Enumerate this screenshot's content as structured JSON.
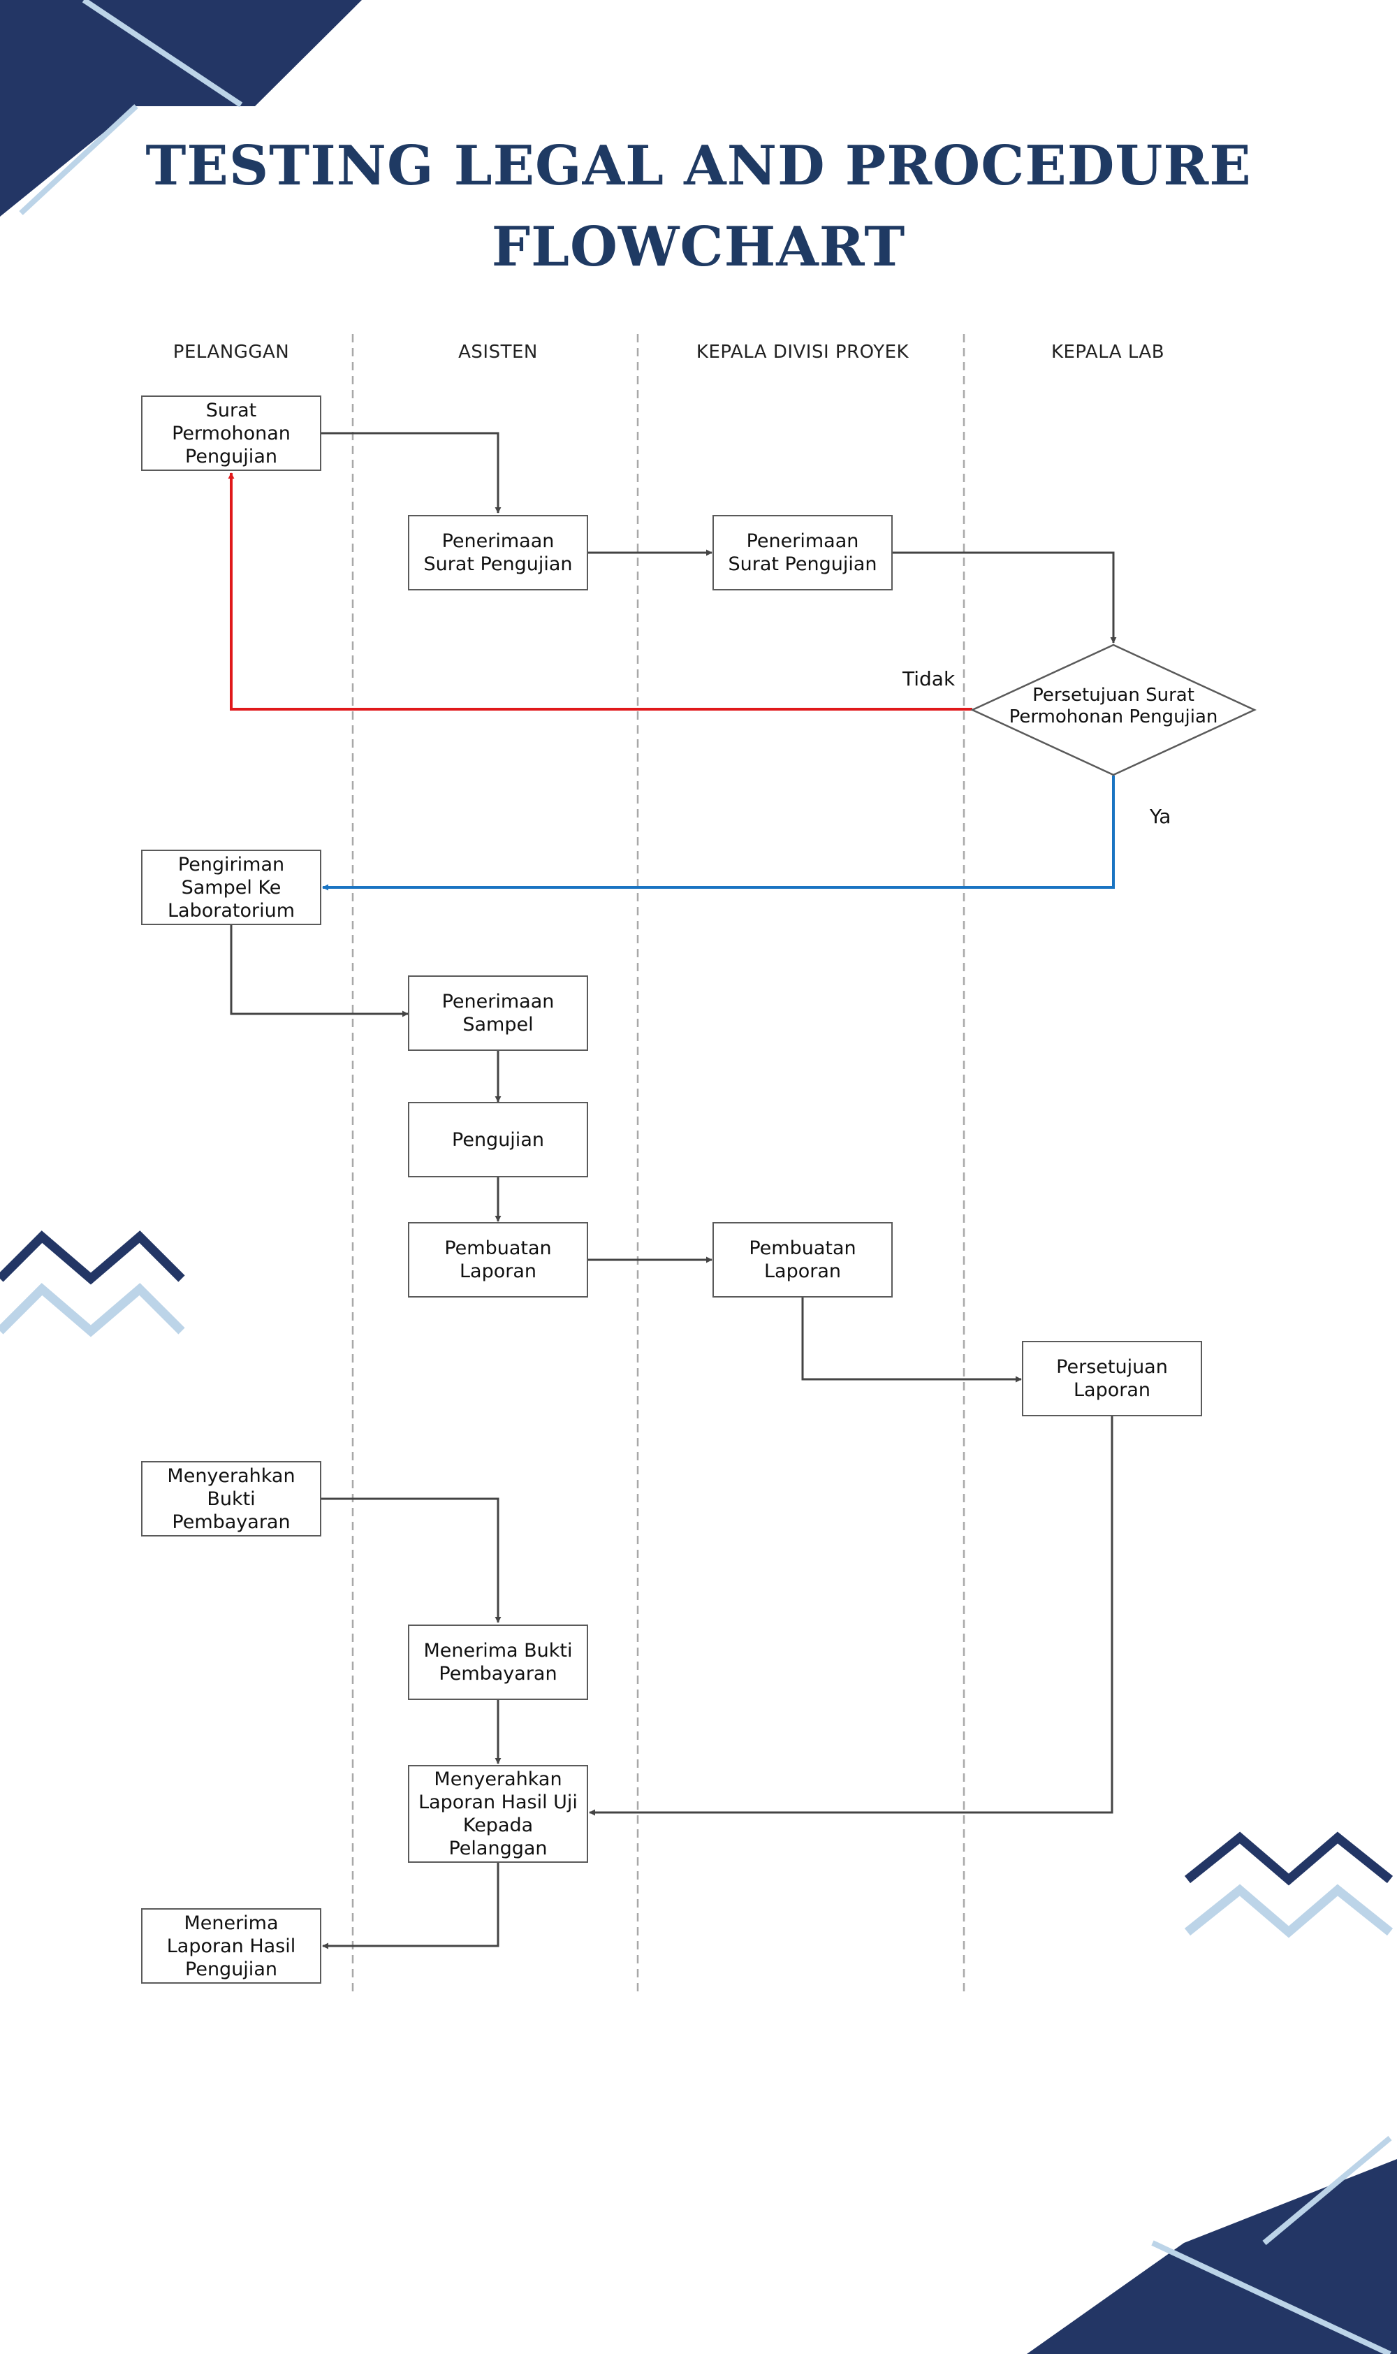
{
  "title": {
    "line1": "TESTING LEGAL AND PROCEDURE",
    "line2": "FLOWCHART"
  },
  "lanes": [
    "PELANGGAN",
    "ASISTEN",
    "KEPALA DIVISI PROYEK",
    "KEPALA LAB"
  ],
  "nodes": {
    "surat_permohonan": [
      "Surat",
      "Permohonan",
      "Pengujian"
    ],
    "penerimaan_surat_asisten": [
      "Penerimaan",
      "Surat Pengujian"
    ],
    "penerimaan_surat_kadiv": [
      "Penerimaan",
      "Surat Pengujian"
    ],
    "persetujuan_surat": [
      "Persetujuan Surat",
      "Permohonan Pengujian"
    ],
    "pengiriman_sampel": [
      "Pengiriman",
      "Sampel Ke",
      "Laboratorium"
    ],
    "penerimaan_sampel": [
      "Penerimaan",
      "Sampel"
    ],
    "pengujian": [
      "Pengujian"
    ],
    "pembuatan_laporan_asisten": [
      "Pembuatan",
      "Laporan"
    ],
    "pembuatan_laporan_kadiv": [
      "Pembuatan",
      "Laporan"
    ],
    "persetujuan_laporan": [
      "Persetujuan",
      "Laporan"
    ],
    "menyerahkan_bukti": [
      "Menyerahkan",
      "Bukti",
      "Pembayaran"
    ],
    "menerima_bukti": [
      "Menerima Bukti",
      "Pembayaran"
    ],
    "menyerahkan_laporan": [
      "Menyerahkan",
      "Laporan Hasil Uji",
      "Kepada",
      "Pelanggan"
    ],
    "menerima_laporan": [
      "Menerima",
      "Laporan Hasil",
      "Pengujian"
    ]
  },
  "edge_labels": {
    "no": "Tidak",
    "yes": "Ya"
  },
  "colors": {
    "title": "#1f3a63",
    "navy": "#233665",
    "light_blue": "#bcd4e8",
    "arrow": "#444444",
    "reject": "#e0191b",
    "approve": "#1a74c2"
  }
}
